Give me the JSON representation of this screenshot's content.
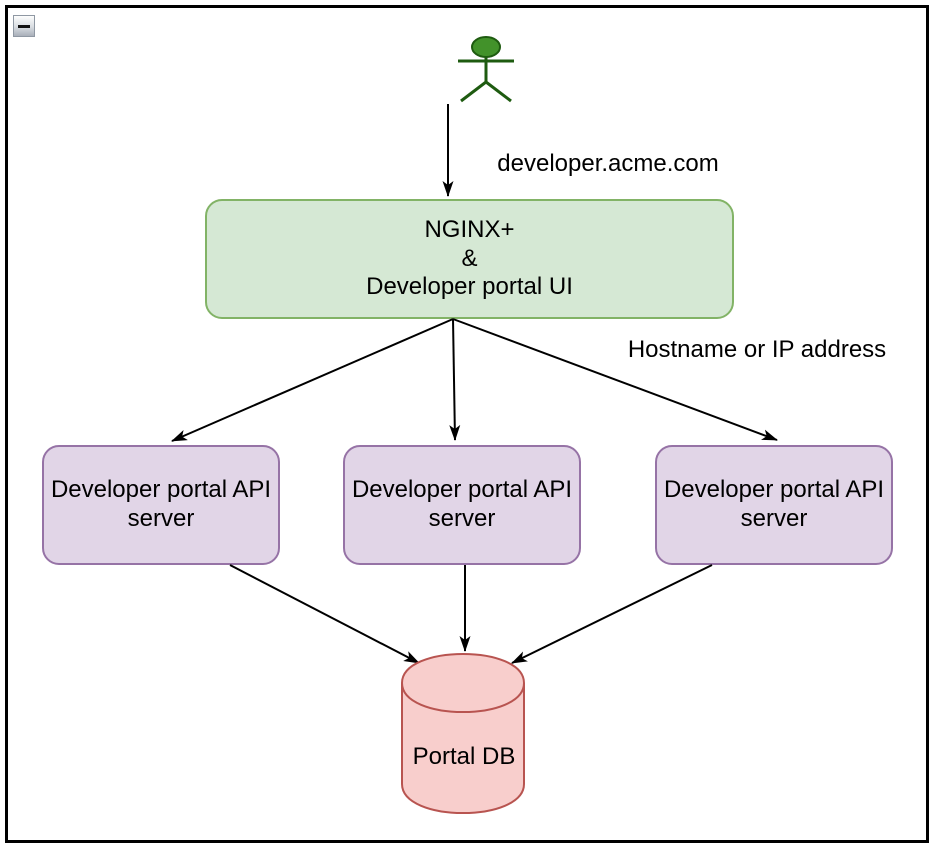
{
  "window": {
    "collapse_button": {
      "icon": "minus-icon"
    }
  },
  "palette": {
    "gateway_fill": "#d5e8d4",
    "gateway_stroke": "#82b366",
    "api_fill": "#e1d5e7",
    "api_stroke": "#9673a6",
    "db_fill": "#f8cecc",
    "db_stroke": "#b85450",
    "actor_fill": "#42922a",
    "actor_stroke": "#1e5b10",
    "connector": "#000000",
    "frame": "#000000"
  },
  "diagram": {
    "actor": {
      "icon": "stick-figure-actor-icon"
    },
    "edge_labels": {
      "domain": "developer.acme.com",
      "routing": "Hostname or IP address"
    },
    "nodes": {
      "gateway": {
        "label": "NGINX+\n&\nDeveloper portal UI"
      },
      "api_servers": [
        {
          "label": "Developer portal API\nserver"
        },
        {
          "label": "Developer portal API\nserver"
        },
        {
          "label": "Developer portal API\nserver"
        }
      ],
      "db": {
        "label": "Portal DB"
      }
    }
  }
}
